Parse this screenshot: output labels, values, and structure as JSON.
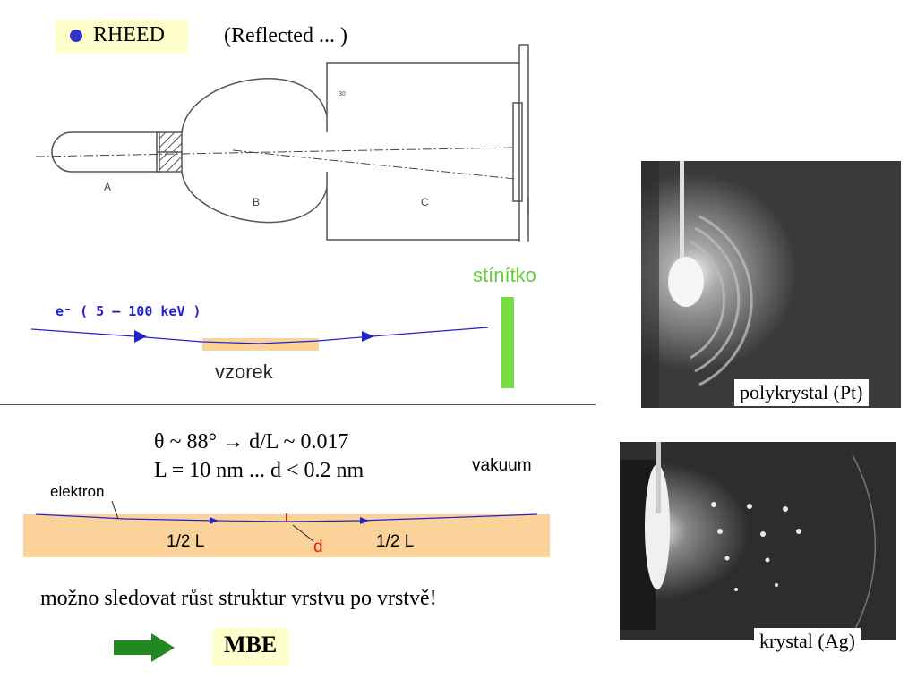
{
  "header": {
    "title": "RHEED",
    "subtitle": "(Reflected ... )"
  },
  "apparatus": {
    "label_a": "A",
    "label_b": "B",
    "label_c": "C",
    "small_mark": "30"
  },
  "beam_diagram": {
    "beam_label": "e⁻ ( 5 – 100 keV )",
    "screen_label": "stínítko",
    "sample_label": "vzorek",
    "colors": {
      "beam": "#2222cc",
      "sample": "#fad29a",
      "screen": "#77dd44",
      "screen_text": "#66cc33"
    }
  },
  "geometry": {
    "formula_line1": "θ ~ 88° →  d/L ~ 0.017",
    "formula_line2": "L = 10 nm ... d < 0.2 nm",
    "vacuum_label": "vakuum",
    "electron_label": "elektron",
    "half_left": "1/2 L",
    "half_right": "1/2 L",
    "d_label": "d",
    "colors": {
      "crystal": "#fad29a",
      "d_text": "#dd2200"
    }
  },
  "photos": {
    "poly_caption": "polykrystal (Pt)",
    "crystal_caption": "krystal (Ag)"
  },
  "footer": {
    "statement": "možno sledovat růst struktur vrstvu po vrstvě!",
    "mbe_label": "MBE",
    "arrow_color": "#228822"
  }
}
